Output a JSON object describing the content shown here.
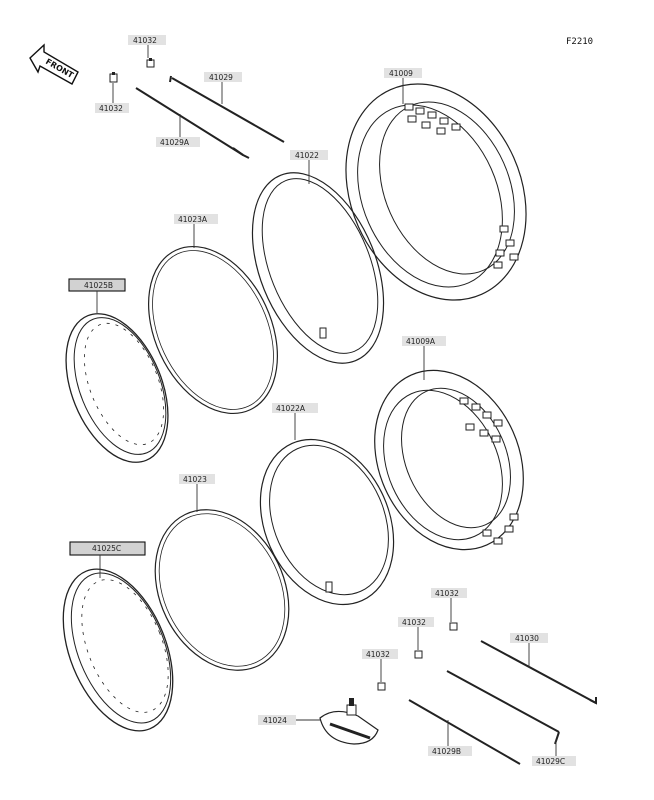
{
  "figure_code": "F2210",
  "front_indicator": "FRONT",
  "parts": {
    "tire_rear": "41009",
    "tire_front": "41009A",
    "tube_rear": "41022",
    "tube_front": "41022A",
    "rim_band_rear": "41023A",
    "rim_band_front": "41023",
    "rim_rear": "41025B",
    "rim_front": "41025C",
    "spoke_set_a": "41029",
    "spoke_set_b": "41029A",
    "spoke_set_c": "41029B",
    "spoke_set_d": "41029C",
    "spoke_set_e": "41030",
    "nipple_1": "41032",
    "nipple_2": "41032",
    "nipple_3": "41032",
    "nipple_4": "41032",
    "nipple_5": "41032",
    "rim_lock": "41024"
  }
}
